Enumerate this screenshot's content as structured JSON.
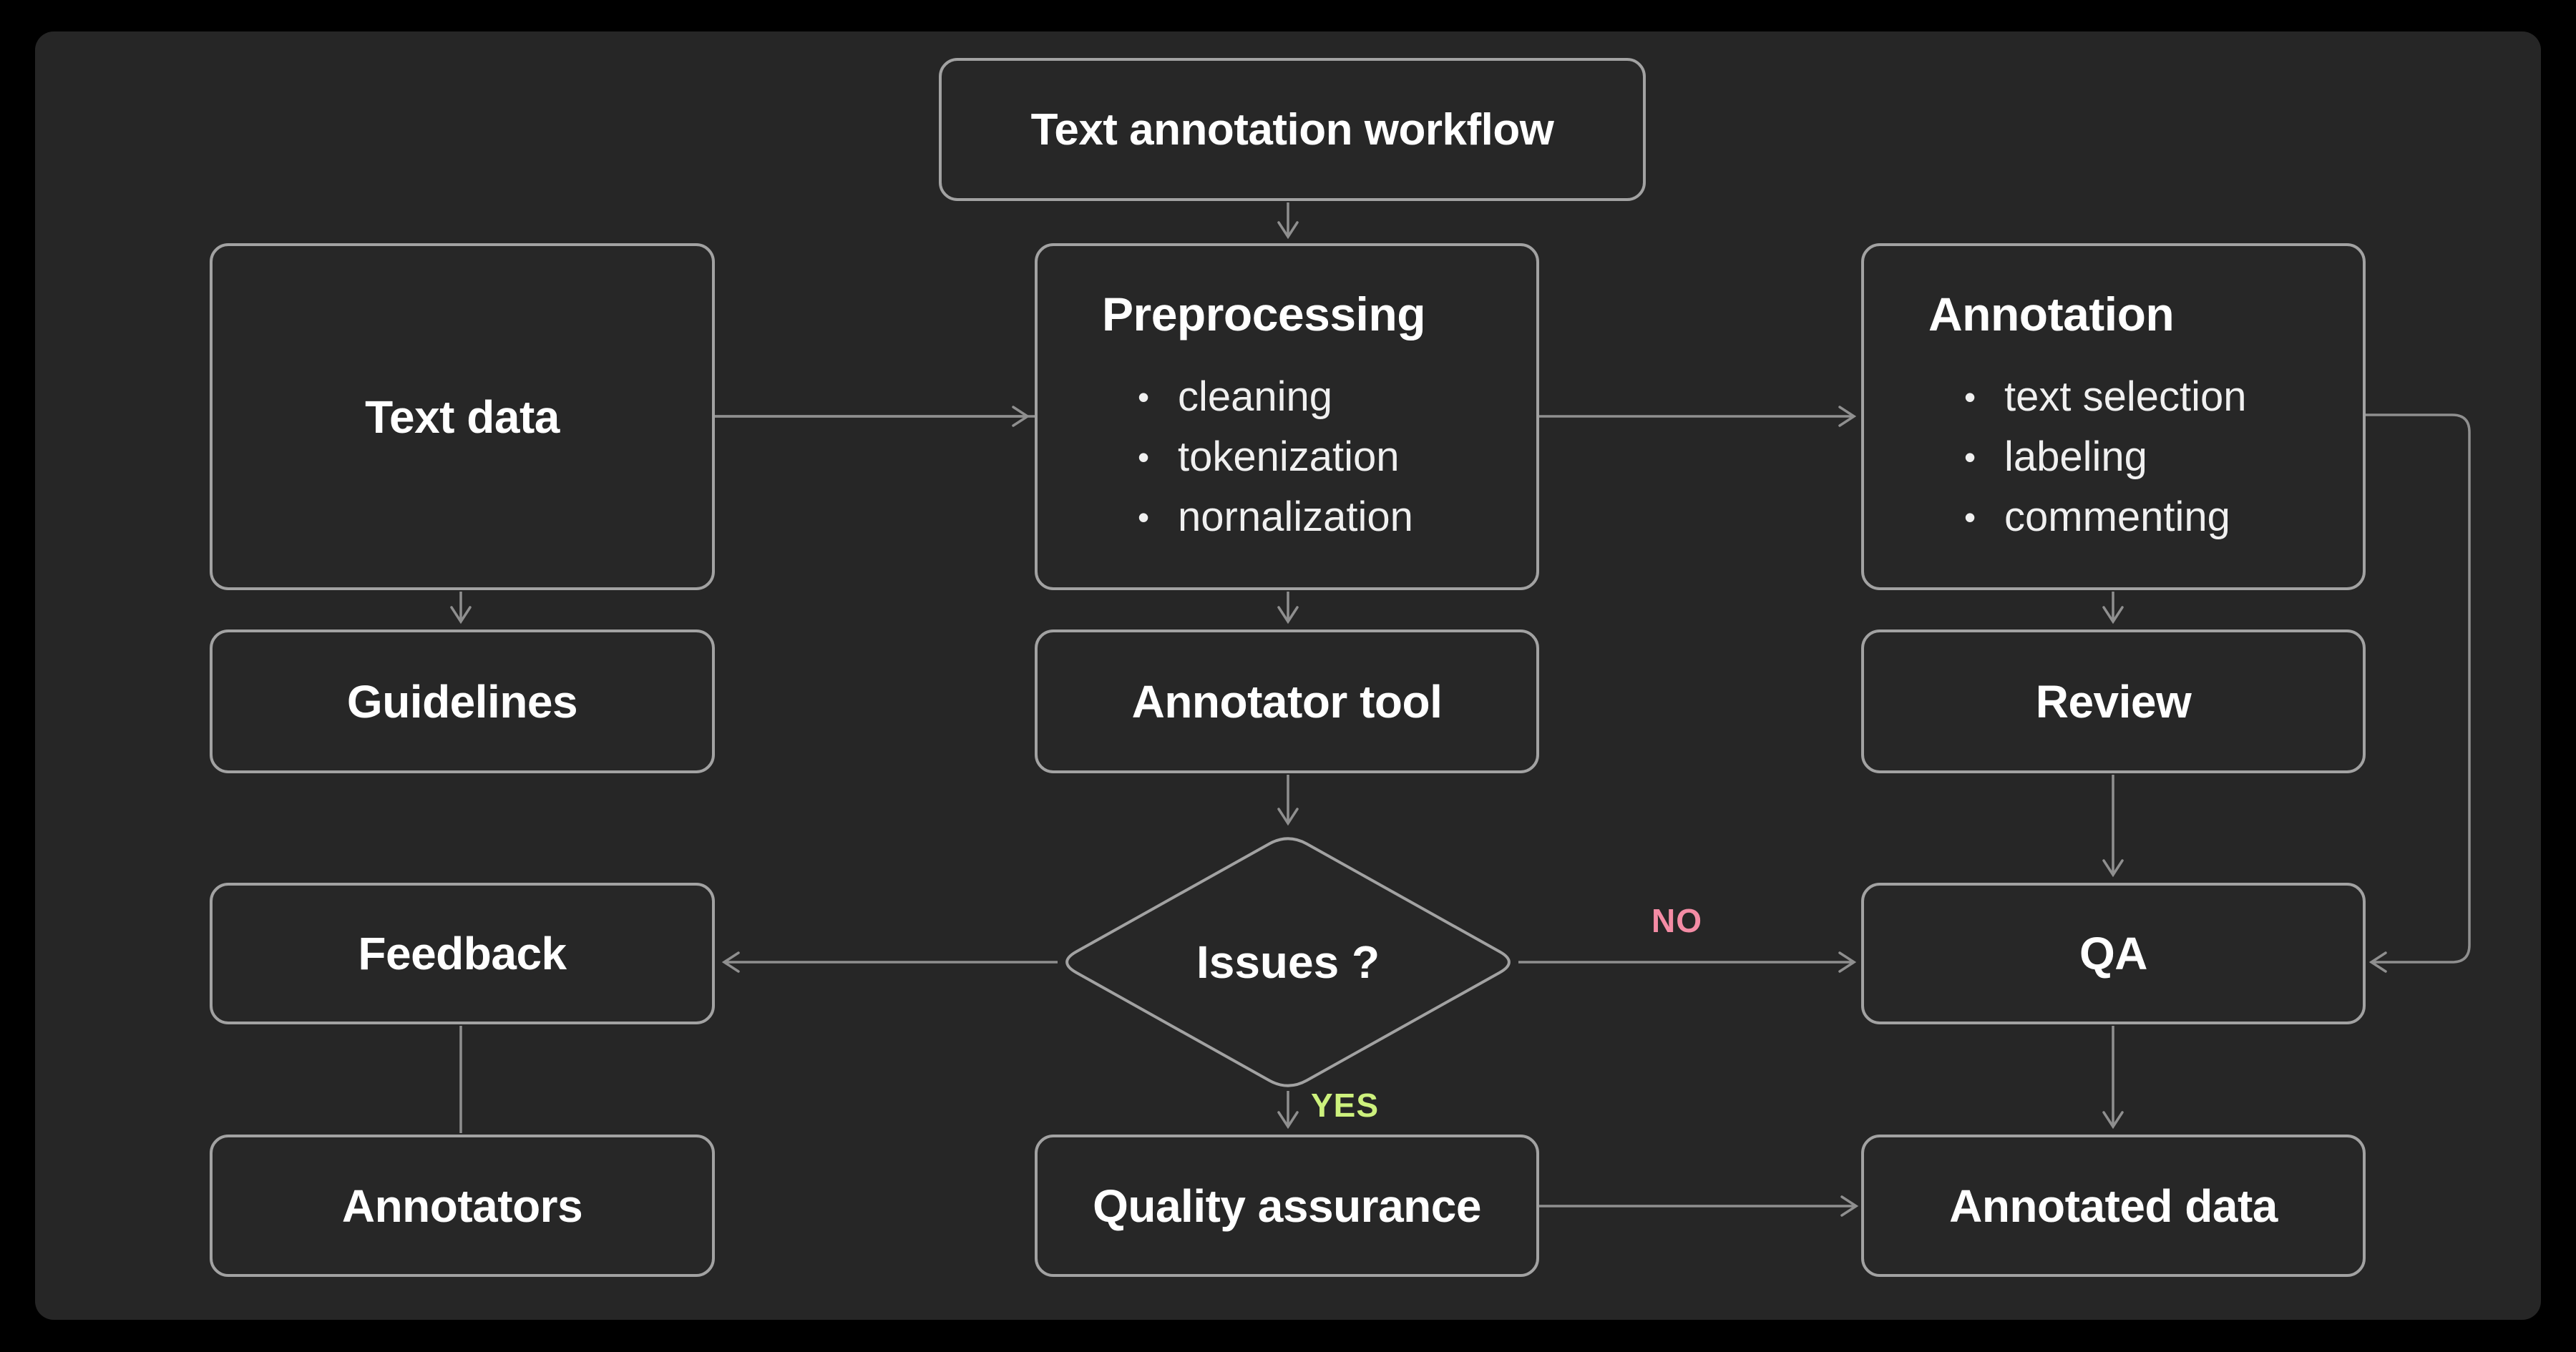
{
  "diagram": {
    "title": "Text annotation workflow",
    "nodes": {
      "text_data": {
        "label": "Text data"
      },
      "preprocessing": {
        "label": "Preprocessing",
        "items": [
          "cleaning",
          "tokenization",
          "nornalization"
        ]
      },
      "annotation": {
        "label": "Annotation",
        "items": [
          "text selection",
          "labeling",
          "commenting"
        ]
      },
      "guidelines": {
        "label": "Guidelines"
      },
      "annotator_tool": {
        "label": "Annotator tool"
      },
      "review": {
        "label": "Review"
      },
      "feedback": {
        "label": "Feedback"
      },
      "issues_decision": {
        "label": "Issues ?"
      },
      "qa": {
        "label": "QA"
      },
      "annotators": {
        "label": "Annotators"
      },
      "quality_assurance": {
        "label": "Quality assurance"
      },
      "annotated_data": {
        "label": "Annotated data"
      }
    },
    "edge_labels": {
      "no": "NO",
      "yes": "YES"
    }
  },
  "colors": {
    "background": "#000000",
    "panel": "#262626",
    "node_fill": "#272727",
    "node_stroke": "#a2a2a2",
    "connector": "#8f8f8f",
    "text": "#ffffff",
    "bullet_text": "#f0f0f0",
    "no_label": "#f48ca5",
    "yes_label": "#cdf17d"
  }
}
